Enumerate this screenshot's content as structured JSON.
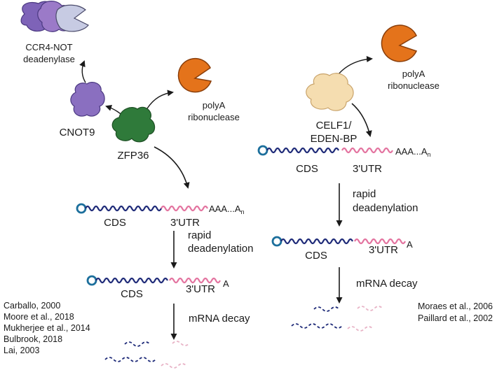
{
  "left": {
    "complex_label": [
      "CCR4-NOT",
      "deadenylase"
    ],
    "cnot9_label": "CNOT9",
    "zfp36_label": "ZFP36",
    "ribonuclease_label": [
      "polyA",
      "ribonuclease"
    ],
    "mrna1": {
      "cds": "CDS",
      "utr": "3'UTR",
      "tail": "AAA...A",
      "tail_sub": "n"
    },
    "step1": [
      "rapid",
      "deadenylation"
    ],
    "mrna2": {
      "cds": "CDS",
      "utr": "3'UTR",
      "tail": "A"
    },
    "step2": "mRNA decay",
    "refs": [
      "Carballo, 2000",
      "Moore et al., 2018",
      "Mukherjee et al., 2014",
      "Bulbrook, 2018",
      "Lai, 2003"
    ]
  },
  "right": {
    "ribonuclease_label": [
      "polyA",
      "ribonuclease"
    ],
    "celf1_label": [
      "CELF1/",
      "EDEN-BP"
    ],
    "mrna1": {
      "cds": "CDS",
      "utr": "3'UTR",
      "tail": "AAA...A",
      "tail_sub": "n"
    },
    "step1": [
      "rapid",
      "deadenylation"
    ],
    "mrna2": {
      "cds": "CDS",
      "utr": "3'UTR",
      "tail": "A"
    },
    "step2": "mRNA decay",
    "refs": [
      "Moraes et al., 2006",
      "Paillard et al., 2002"
    ]
  },
  "colors": {
    "cds": "#1e2a78",
    "utr": "#e3739f",
    "cap": "#1c6f9c",
    "ribonuclease": "#e4731b",
    "zfp36": "#2f7a3a",
    "cnot": "#8a6fc0",
    "celf1": "#f5ddb0"
  },
  "icons": [
    "pacman-ribonuclease-icon",
    "protein-blob-icon",
    "mrna-cap-icon"
  ]
}
